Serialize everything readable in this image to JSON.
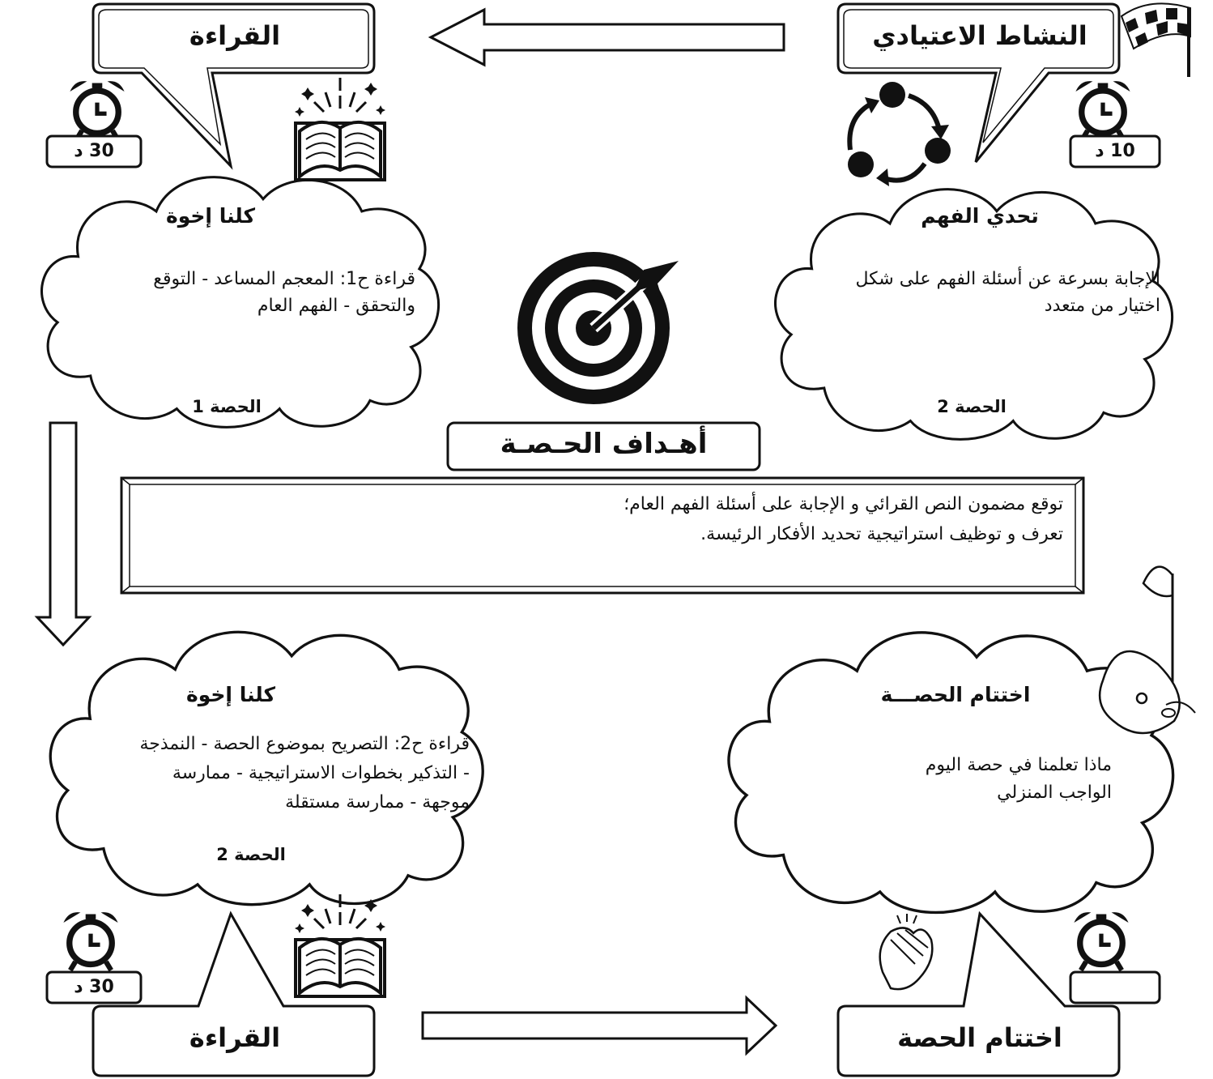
{
  "blocks": {
    "top_left_speech": "القراءة",
    "top_right_speech": "النشاط الاعتيادي",
    "bottom_left_speech": "القراءة",
    "bottom_right_speech": "اختتام الحصة"
  },
  "timers": {
    "top_left": "30 د",
    "top_right": "10 د",
    "bottom_left": "30 د",
    "bottom_right": ""
  },
  "clouds": {
    "top_left": {
      "title": "كلنا إخوة",
      "lines": [
        "قراءة ح1: المعجم المساعد - التوقع",
        "والتحقق - الفهم العام"
      ],
      "lesson": "الحصة 1"
    },
    "top_right": {
      "title": "تحدي الفهم",
      "lines": [
        "الإجابة بسرعة عن أسئلة الفهم على شكل",
        "اختيار من متعدد"
      ],
      "lesson": "الحصة 2"
    },
    "bottom_left": {
      "title": "كلنا إخوة",
      "lines": [
        "قراءة ح2: التصريح بموضوع الحصة - النمذجة",
        "- التذكير بخطوات الاستراتيجية - ممارسة",
        "موجهة - ممارسة مستقلة"
      ],
      "lesson": "الحصة 2"
    },
    "bottom_right": {
      "title": "اختتام الحصـــة",
      "lines": [
        "ماذا تعلمنا في حصة اليوم",
        "الواجب المنزلي"
      ]
    }
  },
  "objectives": {
    "title": "أهـداف الحـصـة",
    "lines": [
      "توقع مضمون النص القرائي و الإجابة على أسئلة الفهم العام؛",
      "تعرف و توظيف استراتيجية تحديد الأفكار الرئيسة."
    ]
  },
  "colors": {
    "ink": "#111111",
    "paper": "#ffffff"
  },
  "icons": [
    "alarm-clock-icon",
    "open-book-icon",
    "cycle-arrows-icon",
    "target-icon",
    "checkered-flag-icon",
    "golf-flag-icon",
    "clapping-hands-icon",
    "arrow-icon"
  ]
}
